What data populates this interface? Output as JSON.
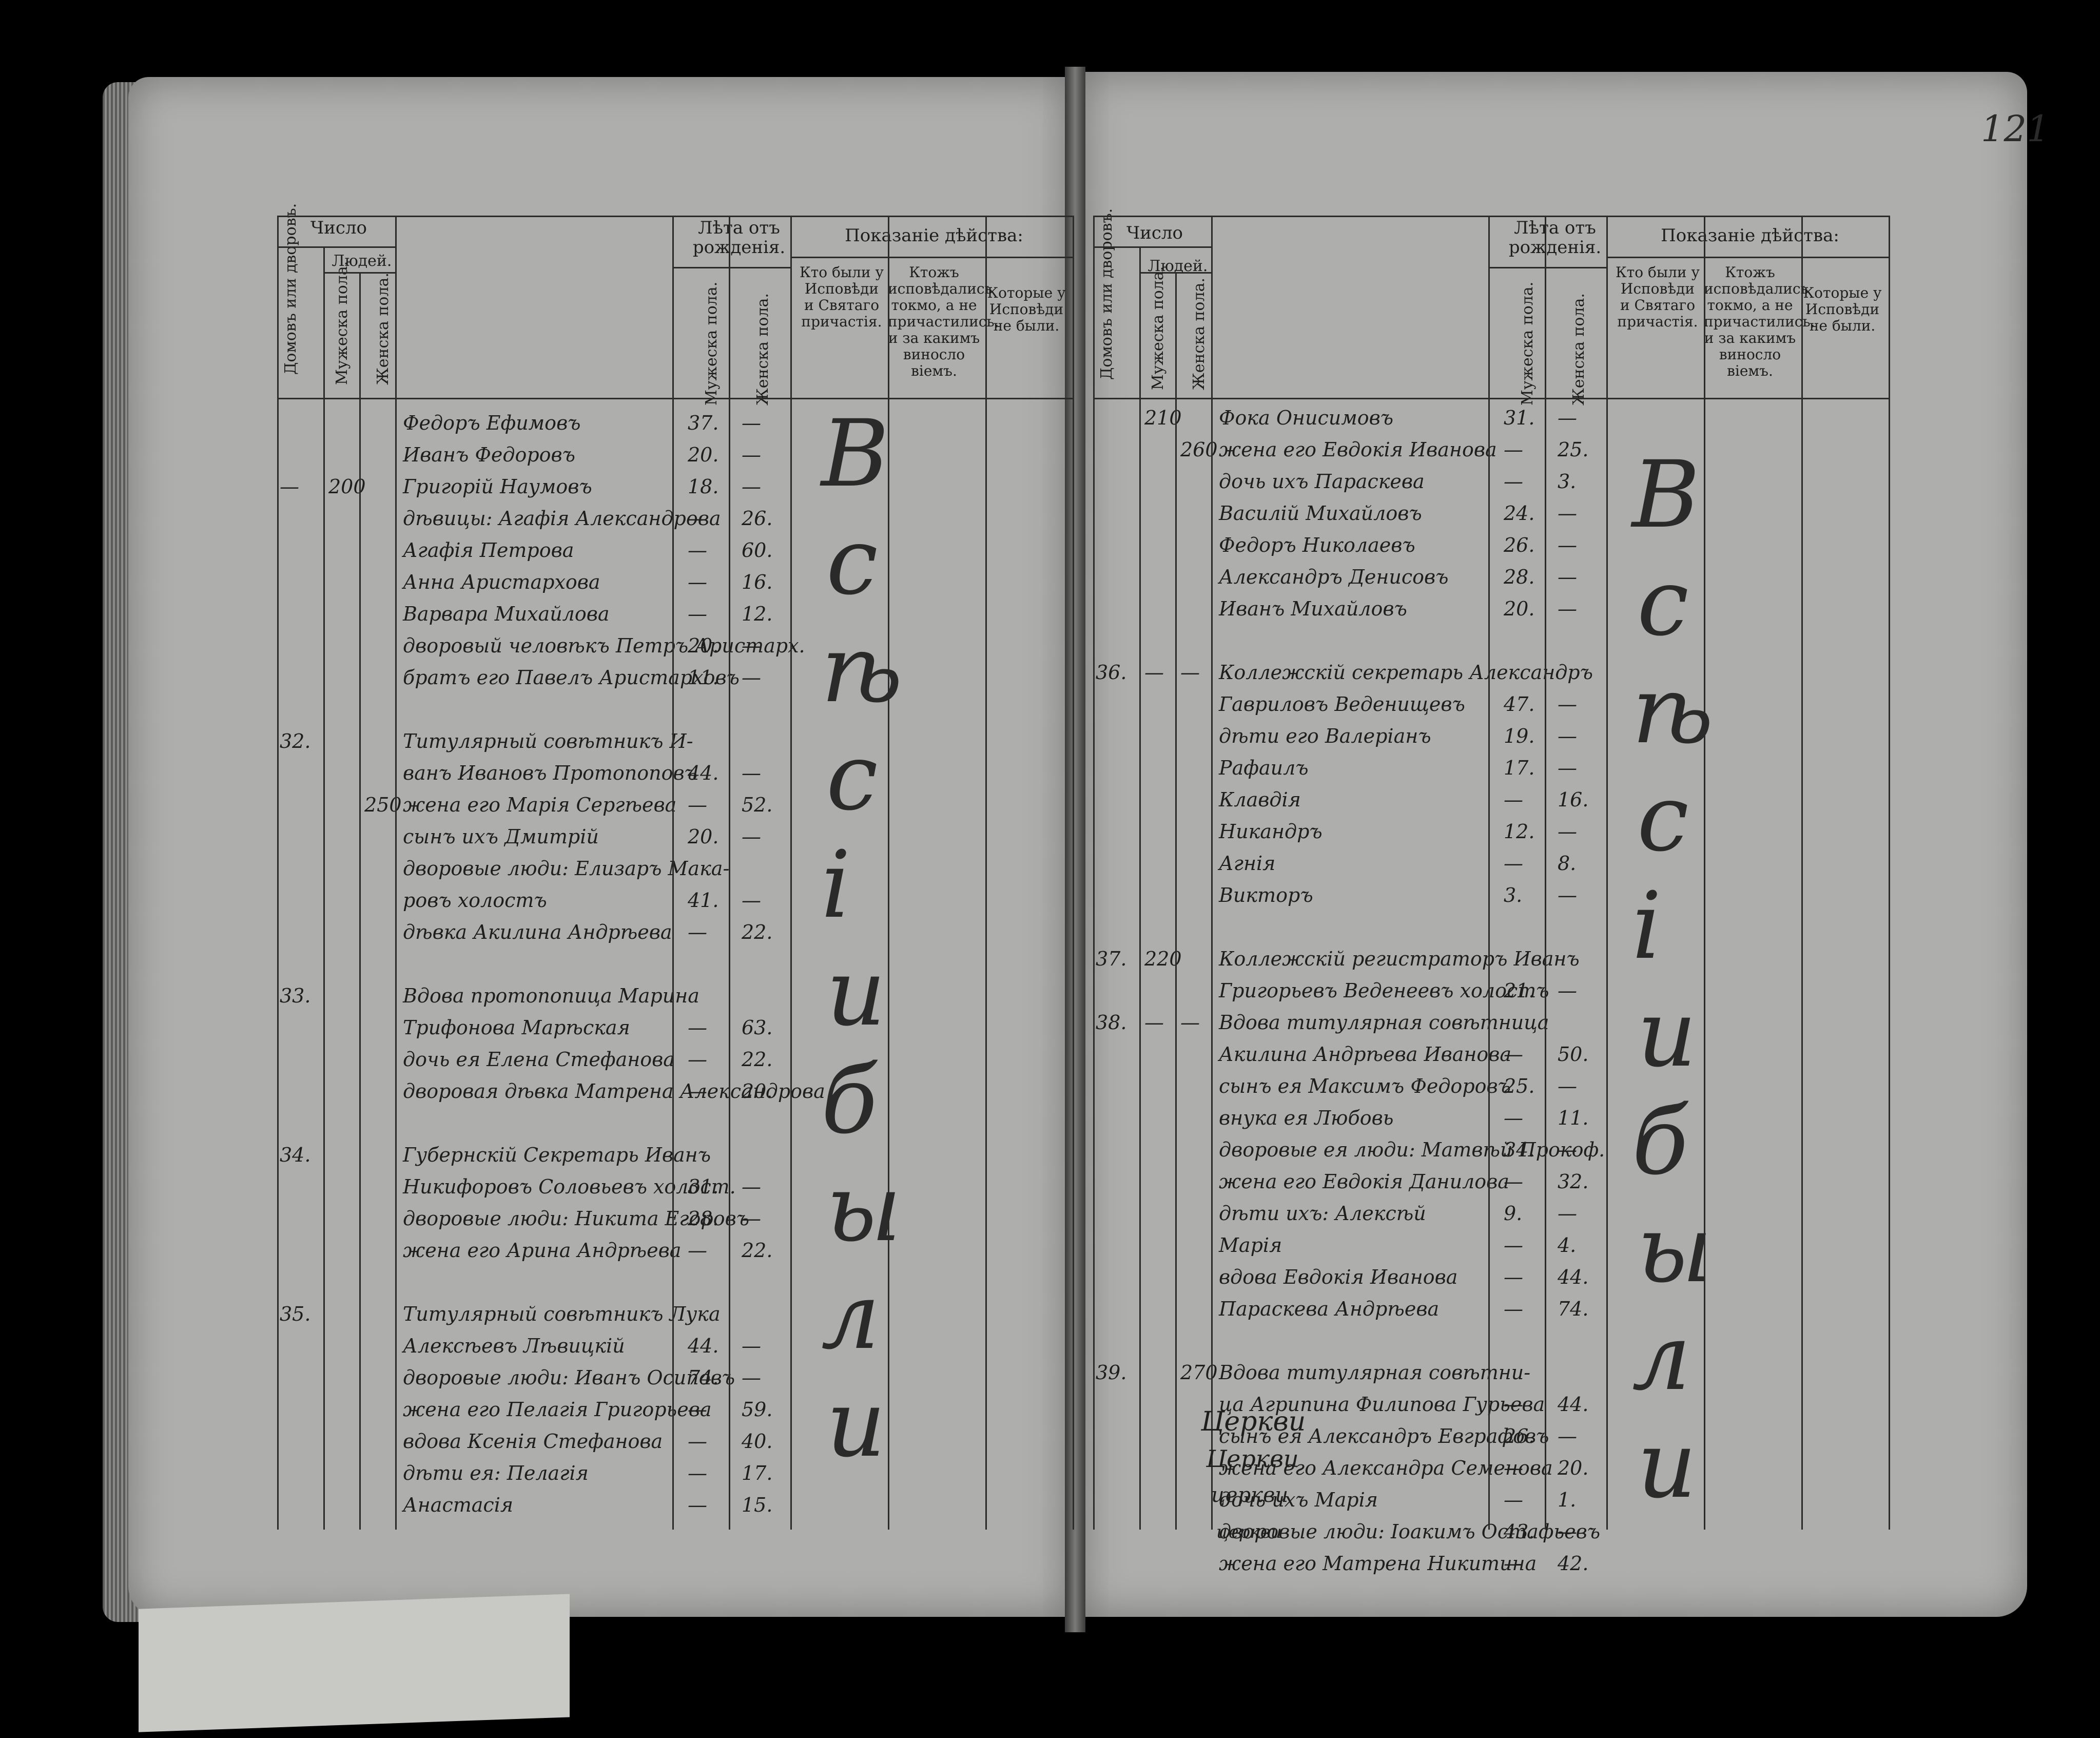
{
  "folio": "121",
  "left_header": {
    "chislo": "Число",
    "lyudey": "Людей.",
    "domov": "Домовъ или дворовъ.",
    "muzh": "Мужеска пола.",
    "zhen": "Женска пола.",
    "leta": "Лѣта отъ рожденія.",
    "leta_m": "Мужеска пола.",
    "leta_z": "Женска пола.",
    "pokazanie": "Показаніе дѣйства:",
    "col1": "Кто были у Исповѣди и Святаго причастія.",
    "col2": "Ктожъ исповѣдались токмо, а не причастились, и за какимъ виносло віемъ.",
    "col3": "Которые у Исповѣди не были."
  },
  "right_header": {
    "chislo": "Число",
    "lyudey": "Людей.",
    "domov": "Домовъ или дворовъ.",
    "muzh": "Мужеска пола.",
    "zhen": "Женска пола.",
    "leta": "Лѣта отъ рожденія.",
    "leta_m": "Мужеска пола.",
    "leta_z": "Женска пола.",
    "pokazanie": "Показаніе дѣйства:",
    "col1": "Кто были у Исповѣди и Святаго причастія.",
    "col2": "Ктожъ исповѣдались токмо, а не причастились, и за какимъ виносло віемъ.",
    "col3": "Которые у Исповѣди не были."
  },
  "left_rows": [
    {
      "house": "",
      "m": "",
      "f": "",
      "name": "Федоръ Ефимовъ",
      "am": "37.",
      "af": "—"
    },
    {
      "house": "",
      "m": "",
      "f": "",
      "name": "Иванъ Федоровъ",
      "am": "20.",
      "af": "—"
    },
    {
      "house": "—",
      "m": "200",
      "f": "",
      "name": "Григорій Наумовъ",
      "am": "18.",
      "af": "—"
    },
    {
      "house": "",
      "m": "",
      "f": "",
      "name": "дѣвицы: Агафія Александрова",
      "am": "—",
      "af": "26."
    },
    {
      "house": "",
      "m": "",
      "f": "",
      "name": "Агафія Петрова",
      "am": "—",
      "af": "60."
    },
    {
      "house": "",
      "m": "",
      "f": "",
      "name": "Анна Аристархова",
      "am": "—",
      "af": "16."
    },
    {
      "house": "",
      "m": "",
      "f": "",
      "name": "Варвара Михайлова",
      "am": "—",
      "af": "12."
    },
    {
      "house": "",
      "m": "",
      "f": "",
      "name": "дворовый человѣкъ Петръ Аристарх.",
      "am": "20.",
      "af": "—"
    },
    {
      "house": "",
      "m": "",
      "f": "",
      "name": "братъ его Павелъ Аристарховъ",
      "am": "11.",
      "af": "—"
    },
    {
      "house": "",
      "m": "",
      "f": "",
      "name": "",
      "am": "",
      "af": ""
    },
    {
      "house": "32.",
      "m": "",
      "f": "",
      "name": "Титулярный совѣтникъ И-",
      "am": "",
      "af": ""
    },
    {
      "house": "",
      "m": "",
      "f": "",
      "name": "ванъ Ивановъ Протопоповъ",
      "am": "44.",
      "af": "—"
    },
    {
      "house": "",
      "m": "",
      "f": "250",
      "name": "жена его Марія Сергѣева",
      "am": "—",
      "af": "52."
    },
    {
      "house": "",
      "m": "",
      "f": "",
      "name": "сынъ ихъ Дмитрій",
      "am": "20.",
      "af": "—"
    },
    {
      "house": "",
      "m": "",
      "f": "",
      "name": "дворовые люди: Елизаръ Мака-",
      "am": "",
      "af": ""
    },
    {
      "house": "",
      "m": "",
      "f": "",
      "name": "ровъ холостъ",
      "am": "41.",
      "af": "—"
    },
    {
      "house": "",
      "m": "",
      "f": "",
      "name": "дѣвка Акилина Андрѣева",
      "am": "—",
      "af": "22."
    },
    {
      "house": "",
      "m": "",
      "f": "",
      "name": "",
      "am": "",
      "af": ""
    },
    {
      "house": "33.",
      "m": "",
      "f": "",
      "name": "Вдова протопопица Марина",
      "am": "",
      "af": ""
    },
    {
      "house": "",
      "m": "",
      "f": "",
      "name": "Трифонова Марѣская",
      "am": "—",
      "af": "63."
    },
    {
      "house": "",
      "m": "",
      "f": "",
      "name": "дочь ея Елена Стефанова",
      "am": "—",
      "af": "22."
    },
    {
      "house": "",
      "m": "",
      "f": "",
      "name": "дворовая дѣвка Матрена Александрова",
      "am": "—",
      "af": "20."
    },
    {
      "house": "",
      "m": "",
      "f": "",
      "name": "",
      "am": "",
      "af": ""
    },
    {
      "house": "34.",
      "m": "",
      "f": "",
      "name": "Губернскій Секретарь Иванъ",
      "am": "",
      "af": ""
    },
    {
      "house": "",
      "m": "",
      "f": "",
      "name": "Никифоровъ Соловьевъ холост.",
      "am": "31.",
      "af": "—"
    },
    {
      "house": "",
      "m": "",
      "f": "",
      "name": "дворовые люди: Никита Егоровъ",
      "am": "28.",
      "af": "—"
    },
    {
      "house": "",
      "m": "",
      "f": "",
      "name": "жена его Арина Андрѣева",
      "am": "—",
      "af": "22."
    },
    {
      "house": "",
      "m": "",
      "f": "",
      "name": "",
      "am": "",
      "af": ""
    },
    {
      "house": "35.",
      "m": "",
      "f": "",
      "name": "Титулярный совѣтникъ Лука",
      "am": "",
      "af": ""
    },
    {
      "house": "",
      "m": "",
      "f": "",
      "name": "Алексѣевъ Лѣвицкій",
      "am": "44.",
      "af": "—"
    },
    {
      "house": "",
      "m": "",
      "f": "",
      "name": "дворовые люди: Иванъ Осиповъ",
      "am": "74.",
      "af": "—"
    },
    {
      "house": "",
      "m": "",
      "f": "",
      "name": "жена его Пелагія Григорьева",
      "am": "—",
      "af": "59."
    },
    {
      "house": "",
      "m": "",
      "f": "",
      "name": "вдова Ксенія Стефанова",
      "am": "—",
      "af": "40."
    },
    {
      "house": "",
      "m": "",
      "f": "",
      "name": "дѣти ея: Пелагія",
      "am": "—",
      "af": "17."
    },
    {
      "house": "",
      "m": "",
      "f": "",
      "name": "Анастасія",
      "am": "—",
      "af": "15."
    }
  ],
  "right_rows": [
    {
      "house": "",
      "m": "210",
      "f": "",
      "name": "Фока Онисимовъ",
      "am": "31.",
      "af": "—"
    },
    {
      "house": "",
      "m": "",
      "f": "260",
      "name": "жена его Евдокія Иванова",
      "am": "—",
      "af": "25."
    },
    {
      "house": "",
      "m": "",
      "f": "",
      "name": "дочь ихъ Параскева",
      "am": "—",
      "af": "3."
    },
    {
      "house": "",
      "m": "",
      "f": "",
      "name": "Василій Михайловъ",
      "am": "24.",
      "af": "—"
    },
    {
      "house": "",
      "m": "",
      "f": "",
      "name": "Федоръ Николаевъ",
      "am": "26.",
      "af": "—"
    },
    {
      "house": "",
      "m": "",
      "f": "",
      "name": "Александръ Денисовъ",
      "am": "28.",
      "af": "—"
    },
    {
      "house": "",
      "m": "",
      "f": "",
      "name": "Иванъ Михайловъ",
      "am": "20.",
      "af": "—"
    },
    {
      "house": "",
      "m": "",
      "f": "",
      "name": "",
      "am": "",
      "af": ""
    },
    {
      "house": "36.",
      "m": "—",
      "f": "—",
      "name": "Коллежскій секретарь Александръ",
      "am": "",
      "af": ""
    },
    {
      "house": "",
      "m": "",
      "f": "",
      "name": "Гавриловъ Веденищевъ",
      "am": "47.",
      "af": "—"
    },
    {
      "house": "",
      "m": "",
      "f": "",
      "name": "дѣти его Валеріанъ",
      "am": "19.",
      "af": "—"
    },
    {
      "house": "",
      "m": "",
      "f": "",
      "name": "Рафаилъ",
      "am": "17.",
      "af": "—"
    },
    {
      "house": "",
      "m": "",
      "f": "",
      "name": "Клавдія",
      "am": "—",
      "af": "16."
    },
    {
      "house": "",
      "m": "",
      "f": "",
      "name": "Никандръ",
      "am": "12.",
      "af": "—"
    },
    {
      "house": "",
      "m": "",
      "f": "",
      "name": "Агнія",
      "am": "—",
      "af": "8."
    },
    {
      "house": "",
      "m": "",
      "f": "",
      "name": "Викторъ",
      "am": "3.",
      "af": "—"
    },
    {
      "house": "",
      "m": "",
      "f": "",
      "name": "",
      "am": "",
      "af": ""
    },
    {
      "house": "37.",
      "m": "220",
      "f": "",
      "name": "Коллежскій регистраторъ Иванъ",
      "am": "",
      "af": ""
    },
    {
      "house": "",
      "m": "",
      "f": "",
      "name": "Григорьевъ Веденеевъ холостъ",
      "am": "21.",
      "af": "—"
    },
    {
      "house": "38.",
      "m": "—",
      "f": "—",
      "name": "Вдова титулярная совѣтница",
      "am": "",
      "af": ""
    },
    {
      "house": "",
      "m": "",
      "f": "",
      "name": "Акилина Андрѣева Иванова",
      "am": "—",
      "af": "50."
    },
    {
      "house": "",
      "m": "",
      "f": "",
      "name": "сынъ ея Максимъ Федоровъ",
      "am": "25.",
      "af": "—"
    },
    {
      "house": "",
      "m": "",
      "f": "",
      "name": "внука ея Любовь",
      "am": "—",
      "af": "11."
    },
    {
      "house": "",
      "m": "",
      "f": "",
      "name": "дворовые ея люди: Матвѣй Прокоф.",
      "am": "34.",
      "af": "—"
    },
    {
      "house": "",
      "m": "",
      "f": "",
      "name": "жена его Евдокія Данилова",
      "am": "—",
      "af": "32."
    },
    {
      "house": "",
      "m": "",
      "f": "",
      "name": "дѣти ихъ: Алексѣй",
      "am": "9.",
      "af": "—"
    },
    {
      "house": "",
      "m": "",
      "f": "",
      "name": "Марія",
      "am": "—",
      "af": "4."
    },
    {
      "house": "",
      "m": "",
      "f": "",
      "name": "вдова Евдокія Иванова",
      "am": "—",
      "af": "44."
    },
    {
      "house": "",
      "m": "",
      "f": "",
      "name": "Параскева Андрѣева",
      "am": "—",
      "af": "74."
    },
    {
      "house": "",
      "m": "",
      "f": "",
      "name": "",
      "am": "",
      "af": ""
    },
    {
      "house": "39.",
      "m": "",
      "f": "270",
      "name": "Вдова титулярная совѣтни-",
      "am": "",
      "af": ""
    },
    {
      "house": "",
      "m": "",
      "f": "",
      "name": "ца Агрипина Филипова Гурьева",
      "am": "—",
      "af": "44."
    },
    {
      "house": "",
      "m": "",
      "f": "",
      "name": "сынъ ея Александръ Евграфовъ",
      "am": "26.",
      "af": "—"
    },
    {
      "house": "",
      "m": "",
      "f": "",
      "name": "жена его Александра Семенова",
      "am": "—",
      "af": "20."
    },
    {
      "house": "",
      "m": "",
      "f": "",
      "name": "дочь ихъ Марія",
      "am": "—",
      "af": "1."
    },
    {
      "house": "",
      "m": "",
      "f": "",
      "name": "дворовые люди: Іоакимъ Остафьевъ",
      "am": "43.",
      "af": "—"
    },
    {
      "house": "",
      "m": "",
      "f": "",
      "name": "жена его Матрена Никитина",
      "am": "—",
      "af": "42."
    }
  ],
  "left_big": [
    "В",
    "с",
    "ѣ",
    "с",
    "і",
    "и",
    "б",
    "ы",
    "л",
    "и"
  ],
  "right_big": [
    "В",
    "с",
    "ѣ",
    "с",
    "і",
    "и",
    "б",
    "ы",
    "л",
    "и"
  ],
  "signatures": [
    "Церкви",
    "Церкви",
    "церкви",
    "церкви"
  ]
}
